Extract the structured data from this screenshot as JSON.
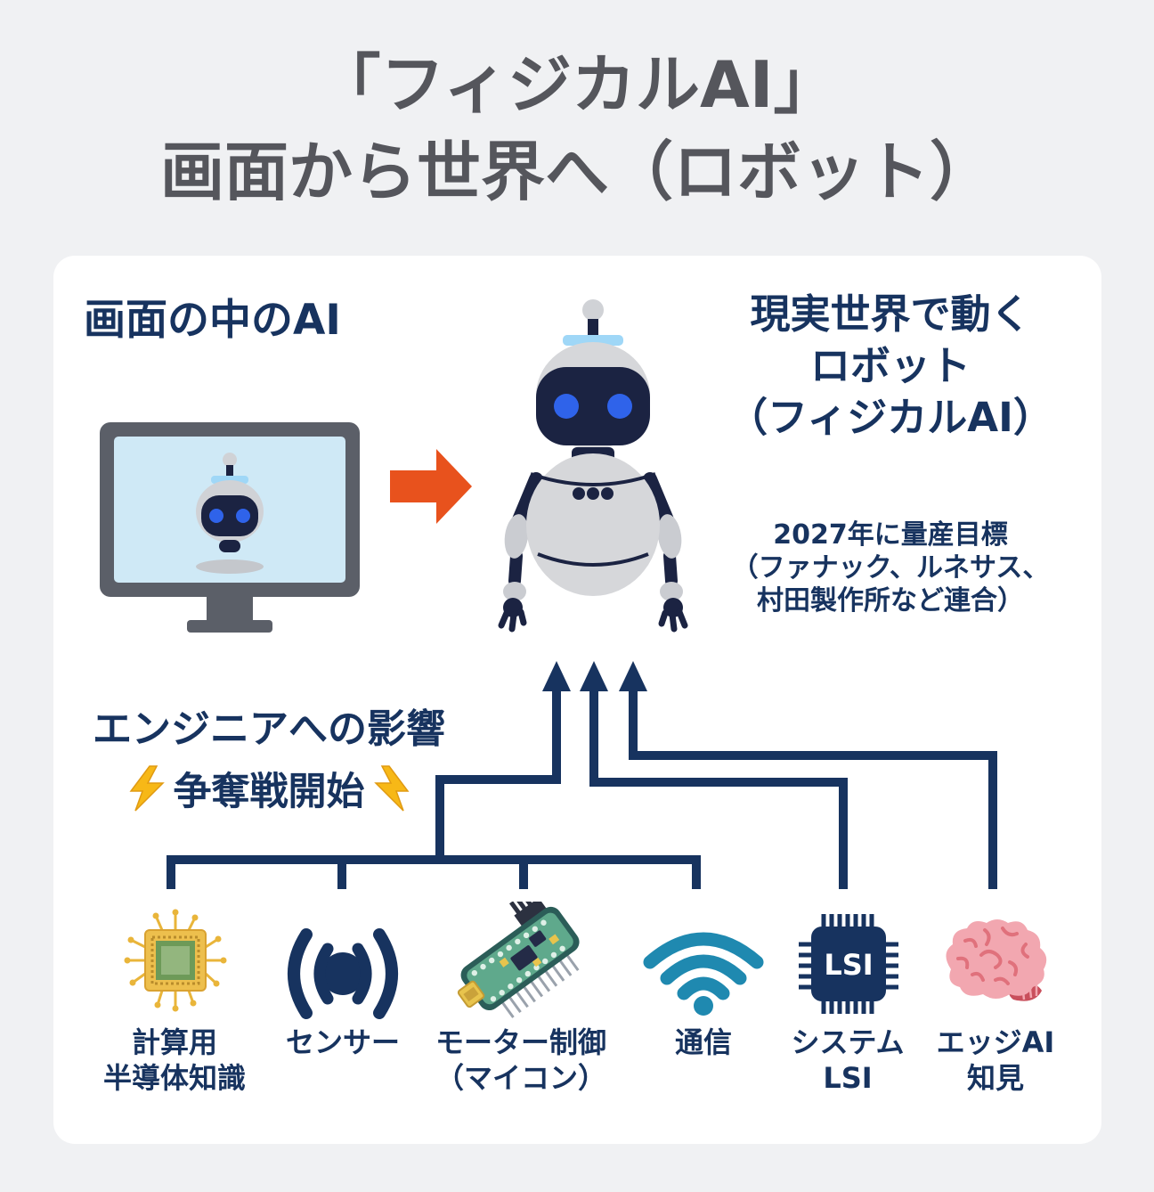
{
  "title": {
    "line1": "「フィジカルAI」",
    "line2": "画面から世界へ（ロボット）"
  },
  "panel": {
    "left_heading": "画面の中のAI",
    "right_heading_line1": "現実世界で動く",
    "right_heading_line2": "ロボット",
    "right_heading_line3": "（フィジカルAI）",
    "note_line1": "2027年に量産目標",
    "note_line2": "（ファナック、ルネサス、",
    "note_line3": "村田製作所など連合）",
    "impact_line1": "エンジニアへの影響",
    "impact_line2": "争奪戦開始"
  },
  "illustrations": {
    "monitor": "monitor-with-screen-ai-robot",
    "transition_arrow": "orange-right-arrow",
    "robot": "physical-ai-robot",
    "lightning": "lightning-bolt-icon"
  },
  "skills": [
    {
      "icon": "chip-icon",
      "line1": "計算用",
      "line2": "半導体知識"
    },
    {
      "icon": "sensor-icon",
      "line1": "センサー",
      "line2": ""
    },
    {
      "icon": "microcontroller-icon",
      "line1": "モーター制御",
      "line2": "（マイコン）"
    },
    {
      "icon": "wifi-icon",
      "line1": "通信",
      "line2": ""
    },
    {
      "icon": "lsi-chip-icon",
      "line1": "システム",
      "line2": "LSI",
      "chip_text": "LSI"
    },
    {
      "icon": "brain-icon",
      "line1": "エッジAI",
      "line2": "知見"
    }
  ],
  "colors": {
    "background": "#f0f1f3",
    "card": "#ffffff",
    "title_gray": "#55565c",
    "navy": "#17335f",
    "face_navy": "#1b2342",
    "eye_blue": "#2f63ea",
    "robot_gray": "#d6d7da",
    "screen_blue": "#cfe9f6",
    "orange": "#e8521d",
    "wifi_blue": "#1f89b0",
    "chip_gold": "#edbf4d",
    "chip_green": "#6d9a58",
    "bolt_yellow": "#f7b817",
    "brain_pink": "#f2a7b0"
  }
}
